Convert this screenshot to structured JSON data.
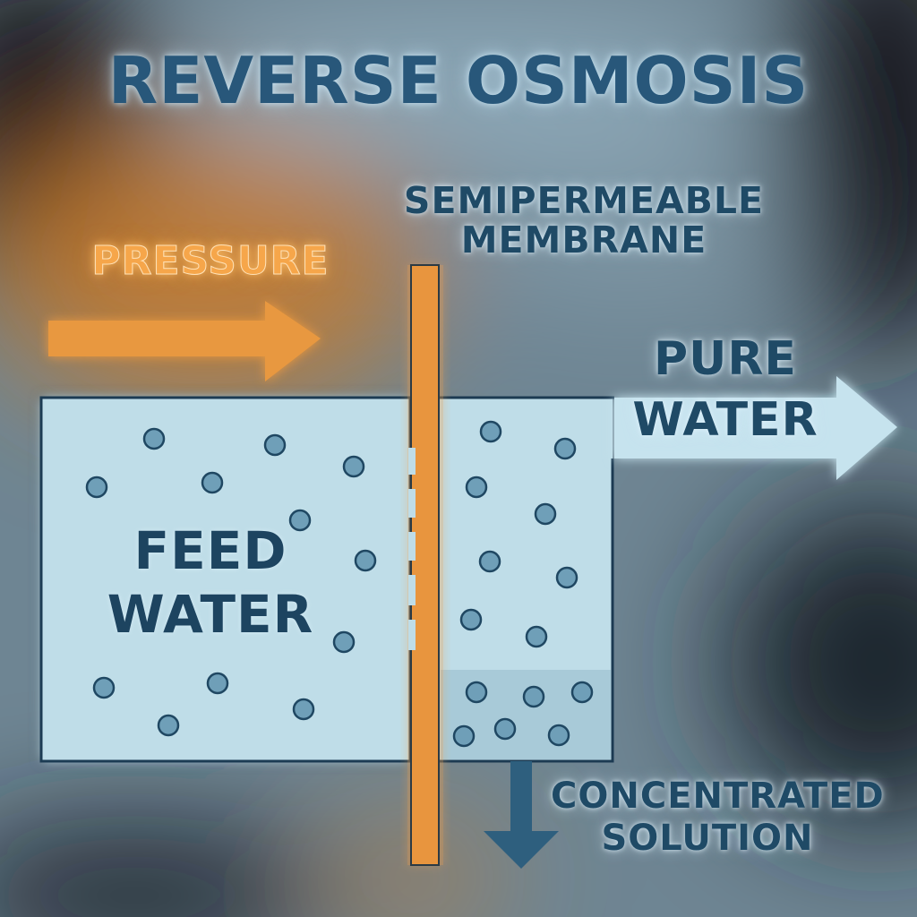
{
  "title": "REVERSE OSMOSIS",
  "labels": {
    "membrane_line1": "SEMIPERMEABLE",
    "membrane_line2": "MEMBRANE",
    "pressure": "PRESSURE",
    "pure_line1": "PURE",
    "pure_line2": "WATER",
    "feed_line1": "FEED",
    "feed_line2": "WATER",
    "conc_line1": "CONCENTRATED",
    "conc_line2": "SOLUTION"
  },
  "colors": {
    "water": "#bfdde8",
    "outline": "#1c3a52",
    "particle_fill": "#6f9fb8",
    "particle_stroke": "#1f4762",
    "membrane": "#e8953e",
    "pressure_arrow": "#e8983f",
    "pure_arrow": "#c6e3ee",
    "drain_arrow": "#2e5f7e",
    "concentrate": "#a8cad8"
  }
}
